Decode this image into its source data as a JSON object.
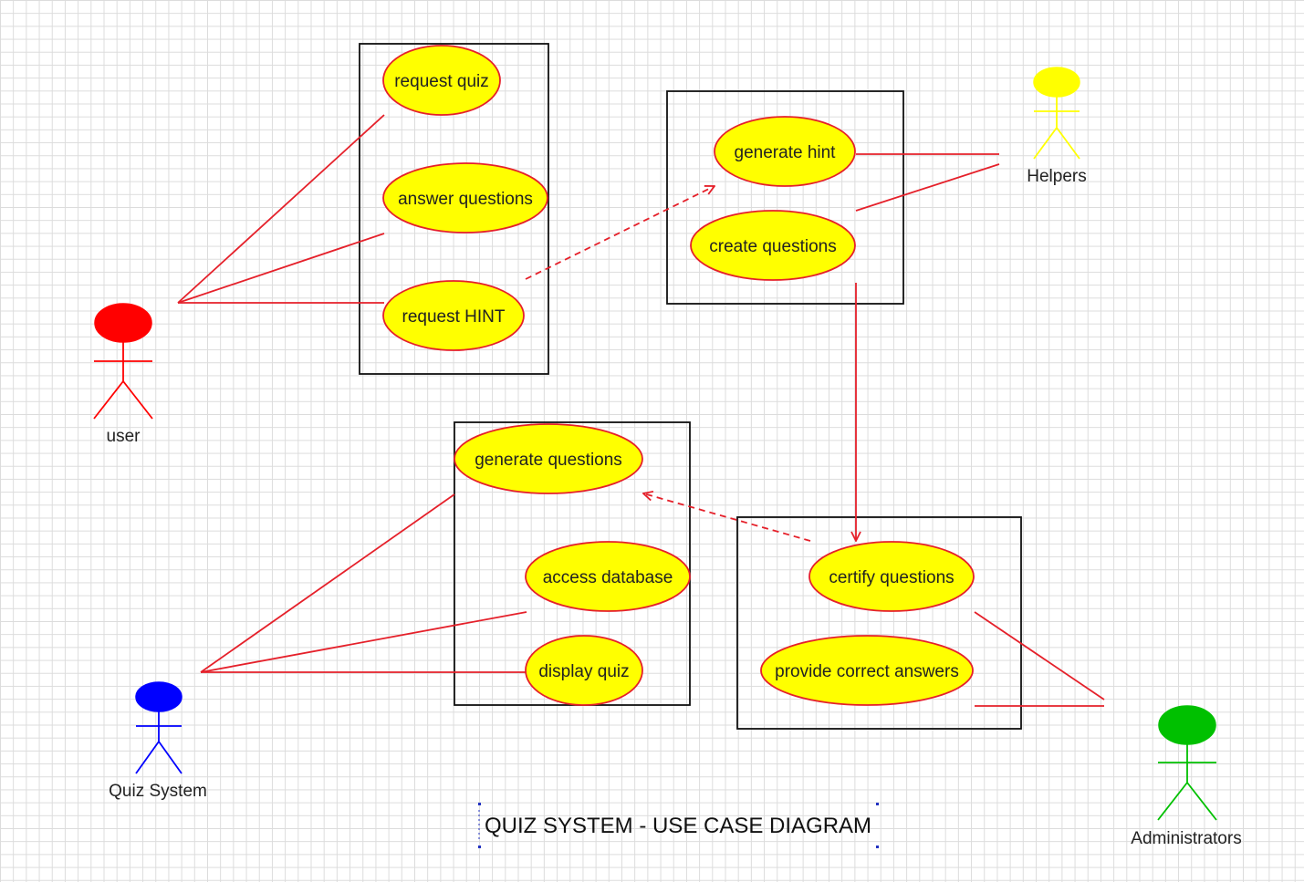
{
  "diagram": {
    "title": "QUIZ SYSTEM - USE CASE DIAGRAM",
    "colors": {
      "line": "#e5202a",
      "usecase_fill": "#ffff00",
      "usecase_stroke": "#e5202a",
      "boundary": "#111111"
    },
    "use_cases": {
      "request_quiz": "request quiz",
      "answer_questions": "answer questions",
      "request_hint": "request HINT",
      "generate_hint": "generate hint",
      "create_questions": "create questions",
      "generate_questions": "generate questions",
      "access_database": "access database",
      "display_quiz": "display quiz",
      "certify_questions": "certify questions",
      "provide_correct_answers": "provide correct answers"
    },
    "actors": {
      "user": {
        "label": "user",
        "color": "#ff0000"
      },
      "helpers": {
        "label": "Helpers",
        "color": "#ffff00"
      },
      "quiz_system": {
        "label": "Quiz System",
        "color": "#0000ff"
      },
      "administrators": {
        "label": "Administrators",
        "color": "#00c000"
      }
    }
  }
}
